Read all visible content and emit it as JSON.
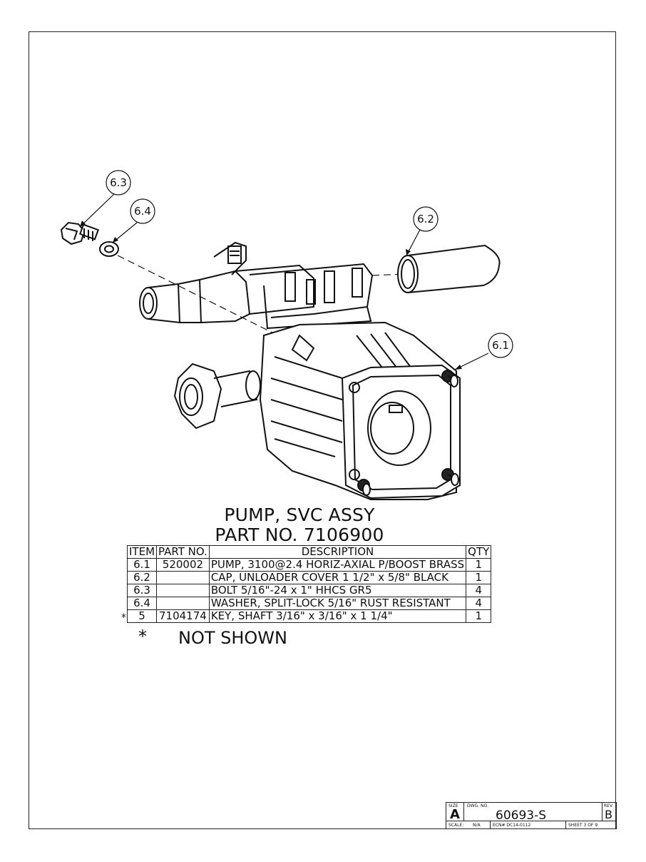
{
  "callouts": [
    "6.3",
    "6.4",
    "6.2",
    "6.1"
  ],
  "title": {
    "line1": "PUMP, SVC ASSY",
    "line2": "PART NO. 7106900"
  },
  "bom": {
    "headers": [
      "ITEM",
      "PART NO.",
      "DESCRIPTION",
      "QTY"
    ],
    "rows": [
      {
        "item": "6.1",
        "part_no": "520002",
        "description": "PUMP, 3100@2.4 HORIZ-AXIAL P/BOOST BRASS",
        "qty": "1"
      },
      {
        "item": "6.2",
        "part_no": "",
        "description": "CAP, UNLOADER COVER 1 1/2\" x 5/8\" BLACK",
        "qty": "1"
      },
      {
        "item": "6.3",
        "part_no": "",
        "description": "BOLT 5/16\"-24 x 1\" HHCS GR5",
        "qty": "4"
      },
      {
        "item": "6.4",
        "part_no": "",
        "description": "WASHER, SPLIT-LOCK 5/16\" RUST RESISTANT",
        "qty": "4"
      },
      {
        "item": "5",
        "part_no": "7104174",
        "description": "KEY, SHAFT 3/16\" x 3/16\" x 1 1/4\"",
        "qty": "1"
      }
    ],
    "row_marker": "*"
  },
  "note": {
    "symbol": "*",
    "text": "NOT SHOWN"
  },
  "title_block": {
    "size_label": "SIZE",
    "size": "A",
    "dwg_label": "DWG. NO.",
    "dwg_no": "60693-S",
    "rev_label": "REV.",
    "rev": "B",
    "scale_label": "SCALE:",
    "scale": "N/A",
    "ecn": "ECN# DC14-0112",
    "sheet": "SHEET 3 OF 9"
  }
}
